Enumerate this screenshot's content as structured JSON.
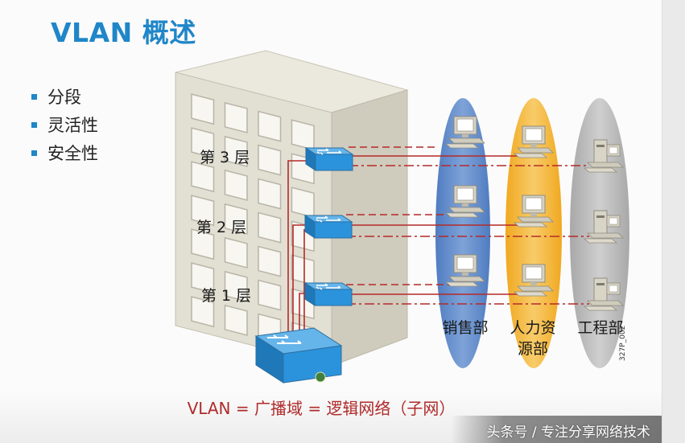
{
  "title": "VLAN 概述",
  "bullets": [
    "分段",
    "灵活性",
    "安全性"
  ],
  "floors": [
    "第 3 层",
    "第 2 层",
    "第 1 层"
  ],
  "departments": {
    "sales": "销售部",
    "hr_line1": "人力资",
    "hr_line2": "源部",
    "engineering": "工程部"
  },
  "caption": "VLAN = 广播域 = 逻辑网络（子网）",
  "figure_code": "327P_002",
  "watermark": "头条号 / 专注分享网络技术",
  "colors": {
    "title": "#1f86c8",
    "sales_vlan": "#5b86c6",
    "hr_vlan": "#f2b233",
    "engineering_vlan": "#b4b4b4",
    "link": "#b52a2a",
    "switch": "#2a8fd6"
  }
}
